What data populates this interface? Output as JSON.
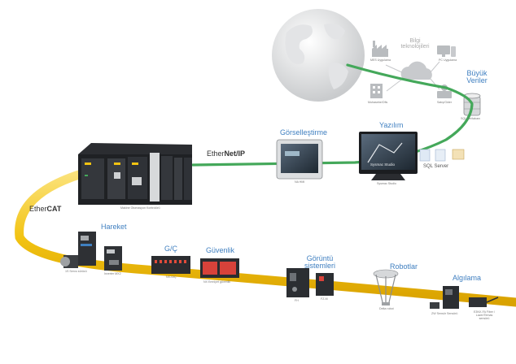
{
  "headings": {
    "bilgi": "Bilgi teknolojileri",
    "buyuk": "Büyük Veriler",
    "gorsel": "Görselleştirme",
    "yazilim": "Yazılım",
    "hareket": "Hareket",
    "gc": "G/Ç",
    "guvenlik": "Güvenlik",
    "goruntu": "Görüntü sistemleri",
    "robotlar": "Robotlar",
    "algilama": "Algılama"
  },
  "captions": {
    "mes": "MES Uygulama",
    "pc": "PC Uygulama",
    "ofis": "Muhasebe/Ofis",
    "satis": "Satış/Gider",
    "sql": "SQL Veritabanı",
    "hmi": "NA HMI",
    "studio": "Sysmac Studio",
    "mak": "Makine Otomasyon Kontrolörü",
    "servo": "1S Servo sürücü",
    "inv": "İnverter MX2",
    "nxgc": "NX-G/Ç",
    "nxg": "NX Emniyet güvenlik",
    "fh": "FH",
    "fz": "FZ-M",
    "delta": "Delta robot",
    "zw": "ZW Sensör Sensörü",
    "edif": "E3NX-FA Fiber / Lazer/Temas sensörü"
  },
  "brands": {
    "ethernet_a": "Ether",
    "ethernet_b": "Net/IP",
    "ethercat_a": "Ether",
    "ethercat_b": "CAT",
    "sql_logo": "SQL Server",
    "monitor": "Sysmac Studio"
  },
  "colors": {
    "ethercat_cable": "#f2c312",
    "ethernet_cable": "#44a85a",
    "heading": "#3f7fc0",
    "controller": "#2b2d31"
  }
}
